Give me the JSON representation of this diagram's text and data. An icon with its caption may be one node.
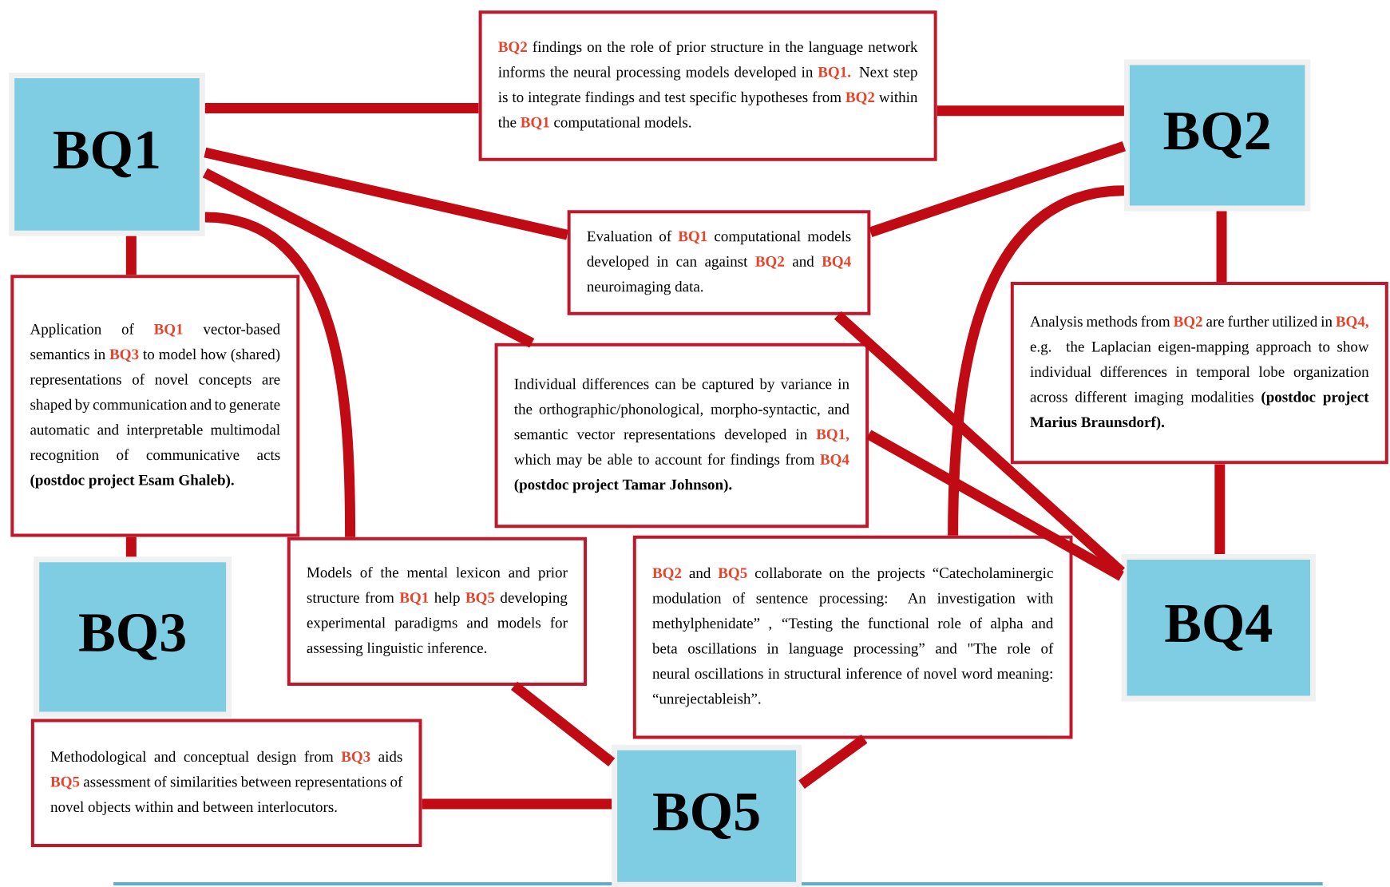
{
  "diagram": {
    "nodes": [
      {
        "text": [
          "BQ1"
        ]
      },
      {
        "text": [
          "**BQ2** findings on the role of prior structure in the language network informs the neural processing models developed in **BQ1.** Next step is to integrate findings and test specific hypotheses from **BQ2** within the **BQ1** computational models."
        ]
      },
      {
        "text": [
          "BQ2"
        ]
      },
      {
        "text": [
          "Evaluation of **BQ1** computational models developed in can against **BQ2** and **BQ4** neuroimaging data."
        ]
      },
      {
        "text": [
          "Application of **BQ1** vector-based semantics in **BQ3** to model how (shared) representations of novel concepts are shaped by communication and to generate automatic and interpretable multimodal recognition of communicative acts",
          "(postdoc project Esam Ghaleb)."
        ]
      },
      {
        "text": [
          "Individual differences can be captured by variance in the orthographic/phonological, morpho-syntactic, and semantic vector representations developed in **BQ1,** which may be able to account for findings from **BQ4**",
          "(postdoc project Tamar Johnson)."
        ]
      },
      {
        "text": [
          "Analysis methods from **BQ2** are further utilized in **BQ4,** e.g.  the Laplacian eigen-mapping approach to show individual differences in temporal lobe organization across different imaging modalities",
          "(postdoc project Marius Braunsdorf)."
        ]
      },
      {
        "text": [
          "Models of the mental lexicon and prior structure from **BQ1** help **BQ5** developing experimental paradigms and models for assessing linguistic inference."
        ]
      },
      {
        "text": [
          "**BQ2** and **BQ5** collaborate on the projects “Catecholaminergic modulation of sentence processing: An investigation with methylphenidate” , “Testing the functional role of alpha and beta oscillations in language processing” and \"The role of neural oscillations in structural inference of novel word meaning: “unrejectableish”."
        ]
      },
      {
        "text": [
          "BQ3"
        ]
      },
      {
        "text": [
          "BQ4"
        ]
      },
      {
        "text": [
          "Methodological and conceptual design from **BQ3** aids **BQ5** assessment of similarities between representations of novel objects within and between interlocutors."
        ]
      },
      {
        "text": [
          "BQ5"
        ]
      }
    ],
    "edges": [
      {
        "from": 0,
        "to": 1,
        "arrow": "none"
      },
      {
        "from": 1,
        "to": 2,
        "arrow": "none"
      },
      {
        "from": 0,
        "to": 3,
        "arrow": "none"
      },
      {
        "from": 3,
        "to": 2,
        "arrow": "none"
      },
      {
        "from": 3,
        "to": 10,
        "arrow": "none"
      },
      {
        "from": 0,
        "to": 5,
        "arrow": "none"
      },
      {
        "from": 5,
        "to": 10,
        "arrow": "none"
      },
      {
        "from": 0,
        "to": 7,
        "arrow": "none"
      },
      {
        "from": 7,
        "to": 12,
        "arrow": "none"
      },
      {
        "from": 0,
        "to": 4,
        "arrow": "none"
      },
      {
        "from": 4,
        "to": 9,
        "arrow": "none"
      },
      {
        "from": 2,
        "to": 6,
        "arrow": "none"
      },
      {
        "from": 6,
        "to": 10,
        "arrow": "none"
      },
      {
        "from": 2,
        "to": 8,
        "arrow": "none"
      },
      {
        "from": 8,
        "to": 12,
        "arrow": "none"
      },
      {
        "from": 11,
        "to": 12,
        "arrow": "none"
      }
    ]
  }
}
